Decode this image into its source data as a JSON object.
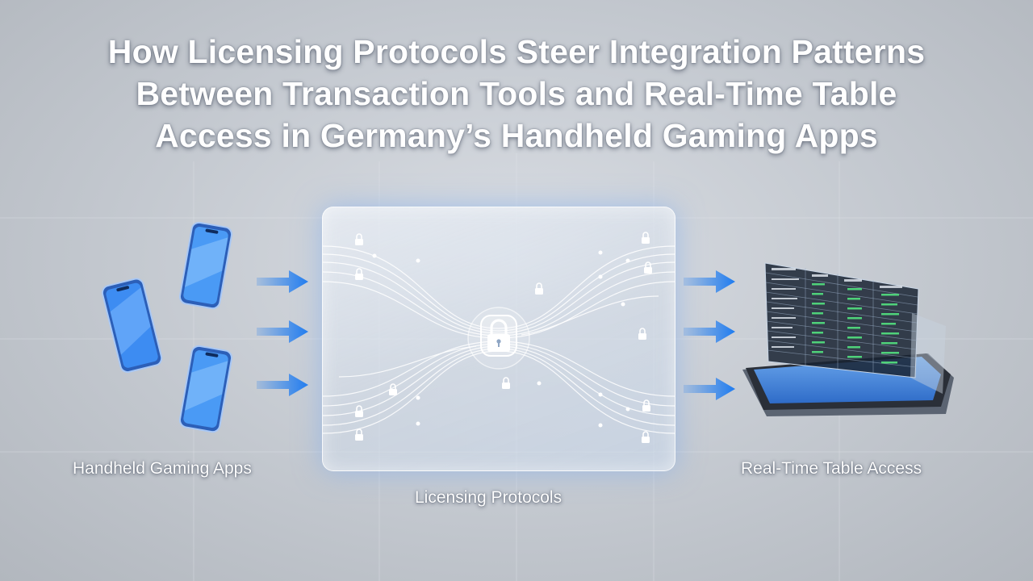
{
  "title": {
    "line1": "How Licensing Protocols Steer Integration Patterns",
    "line2": "Between Transaction Tools and Real-Time Table",
    "line3": "Access in Germany’s Handheld Gaming Apps"
  },
  "labels": {
    "apps": "Handheld Gaming Apps",
    "protocols": "Licensing Protocols",
    "table": "Real-Time Table Access"
  },
  "colors": {
    "arrow": "#1f7cf0",
    "phone_screen": "#3d8cf2",
    "panel_glow": "#8fb8f2",
    "table_green": "#4fd17a"
  },
  "icons": [
    "smartphone-icon",
    "arrow-right-icon",
    "padlock-icon",
    "tablet-icon"
  ]
}
